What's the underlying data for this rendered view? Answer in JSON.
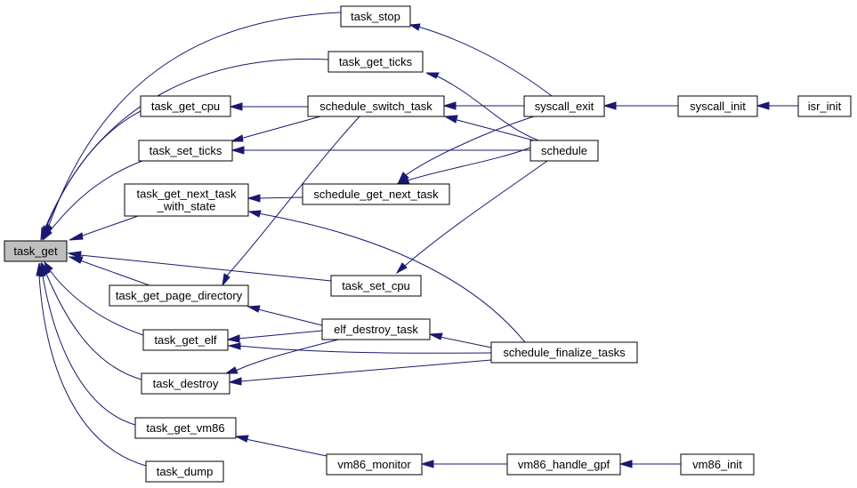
{
  "nodes": {
    "task_get": "task_get",
    "task_stop": "task_stop",
    "task_get_ticks": "task_get_ticks",
    "task_get_cpu": "task_get_cpu",
    "task_set_ticks": "task_set_ticks",
    "task_get_next_task_with_state": [
      "task_get_next_task",
      "_with_state"
    ],
    "task_get_page_directory": "task_get_page_directory",
    "task_get_elf": "task_get_elf",
    "task_destroy": "task_destroy",
    "task_get_vm86": "task_get_vm86",
    "task_dump": "task_dump",
    "schedule_switch_task": "schedule_switch_task",
    "schedule_get_next_task": "schedule_get_next_task",
    "task_set_cpu": "task_set_cpu",
    "elf_destroy_task": "elf_destroy_task",
    "vm86_monitor": "vm86_monitor",
    "syscall_exit": "syscall_exit",
    "schedule": "schedule",
    "schedule_finalize_tasks": "schedule_finalize_tasks",
    "vm86_handle_gpf": "vm86_handle_gpf",
    "syscall_init": "syscall_init",
    "isr_init": "isr_init",
    "vm86_init": "vm86_init"
  },
  "focus_node": "task_get",
  "colors": {
    "edge": "#191970",
    "focus_fill": "#bfbfbf",
    "node_border": "#000000"
  }
}
